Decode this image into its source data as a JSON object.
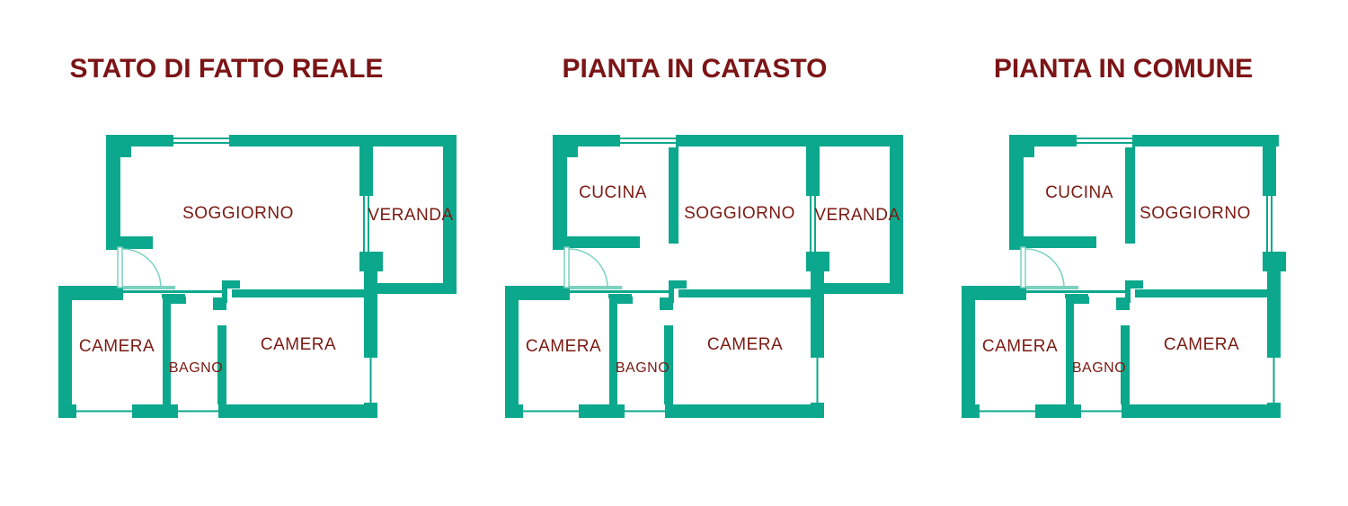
{
  "colors": {
    "wall": "#0ca88d",
    "wall_light": "#7ad2bf",
    "room_label": "#7a1a12",
    "title": "#7c1416",
    "background": "#ffffff"
  },
  "plans": [
    {
      "title": "STATO DI FATTO REALE",
      "rooms": {
        "soggiorno": "SOGGIORNO",
        "veranda": "VERANDA",
        "camera_left": "CAMERA",
        "bagno": "BAGNO",
        "camera_right": "CAMERA"
      }
    },
    {
      "title": "PIANTA IN CATASTO",
      "rooms": {
        "cucina": "CUCINA",
        "soggiorno": "SOGGIORNO",
        "veranda": "VERANDA",
        "camera_left": "CAMERA",
        "bagno": "BAGNO",
        "camera_right": "CAMERA"
      }
    },
    {
      "title": "PIANTA IN COMUNE",
      "rooms": {
        "cucina": "CUCINA",
        "soggiorno": "SOGGIORNO",
        "camera_left": "CAMERA",
        "bagno": "BAGNO",
        "camera_right": "CAMERA"
      }
    }
  ]
}
